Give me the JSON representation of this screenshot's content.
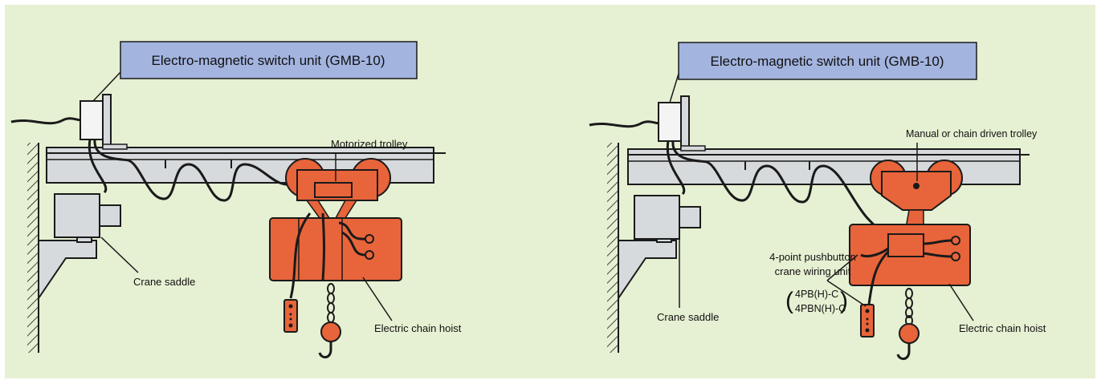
{
  "colors": {
    "background": "#e6f0d2",
    "banner_fill": "#a3b4df",
    "beam_fill": "#d6dadd",
    "hoist_fill": "#e8643a",
    "line": "#1a1a1a"
  },
  "left": {
    "switch_unit_label": "Electro-magnetic switch unit (GMB-10)",
    "trolley_label": "Motorized trolley",
    "saddle_label": "Crane saddle",
    "hoist_label": "Electric chain hoist"
  },
  "right": {
    "switch_unit_label": "Electro-magnetic switch unit (GMB-10)",
    "trolley_label": "Manual or chain driven trolley",
    "saddle_label": "Crane saddle",
    "hoist_label": "Electric chain hoist",
    "pushbutton_label_line1": "4-point pushbutton",
    "pushbutton_label_line2": "crane wiring unit",
    "model_1": "4PB(H)-C",
    "model_2": "4PBN(H)-C"
  }
}
